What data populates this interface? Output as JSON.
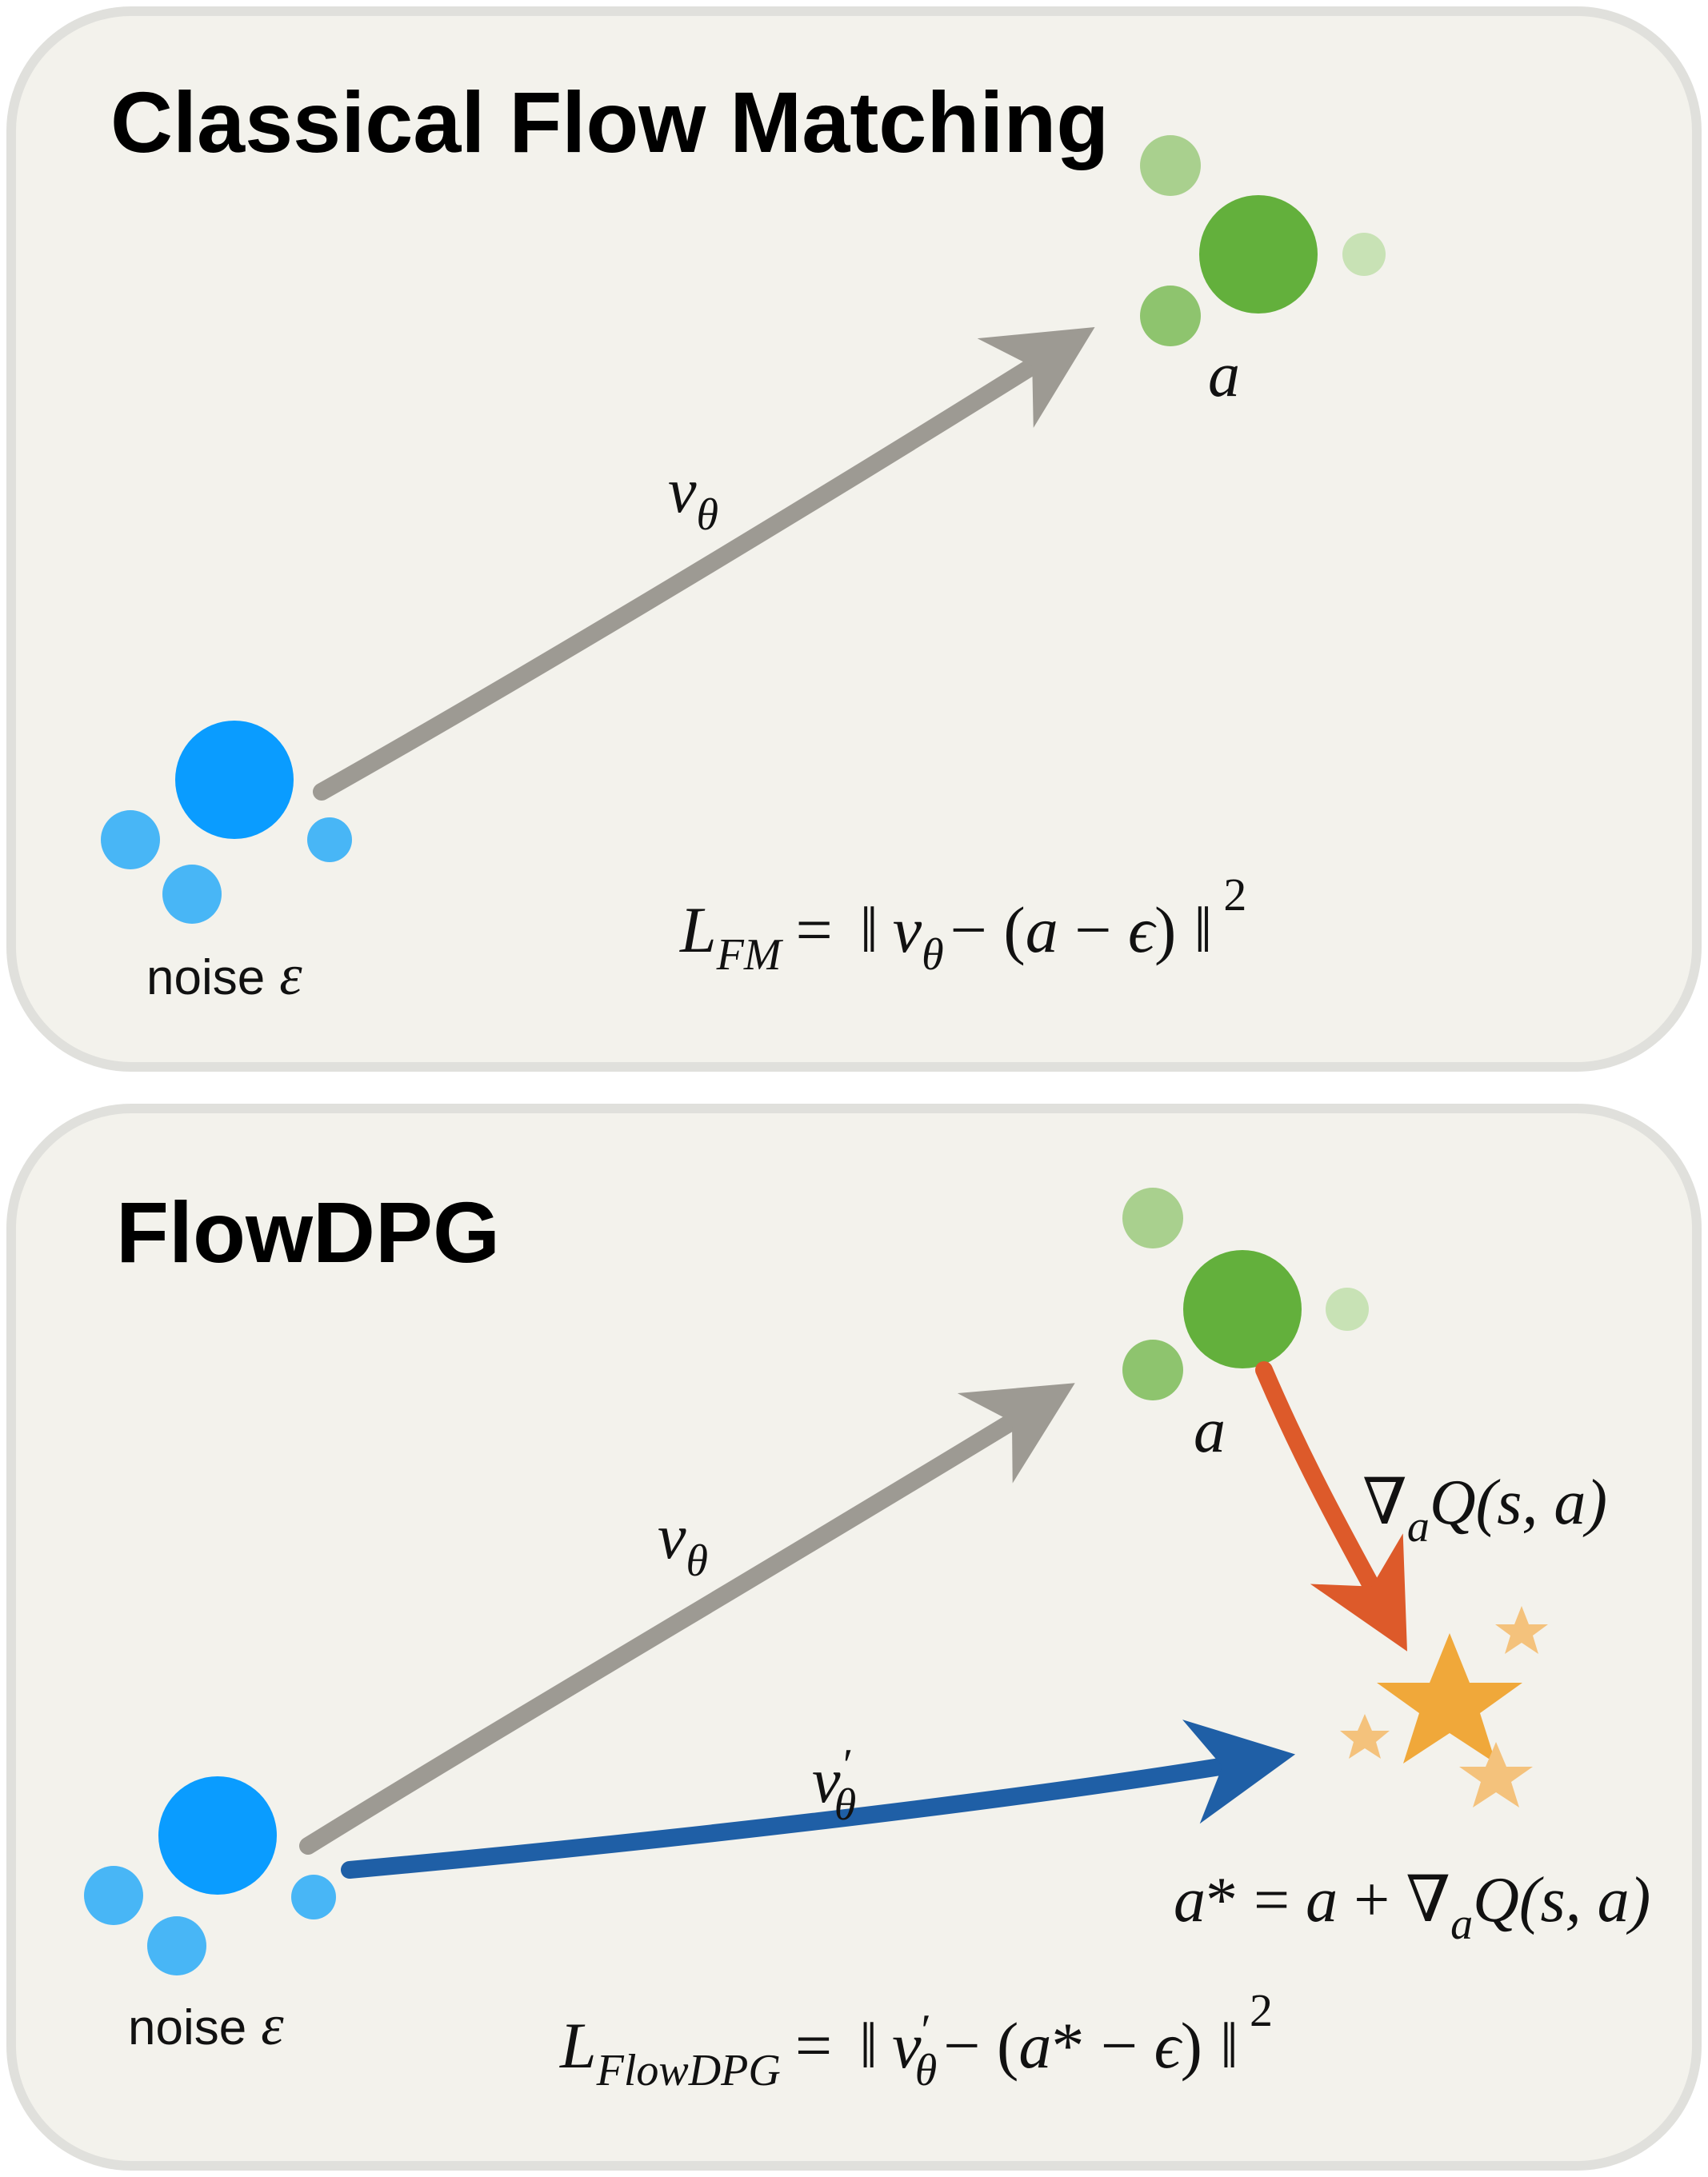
{
  "top_panel": {
    "title": "Classical Flow Matching",
    "noise_label": {
      "word": "noise",
      "symbol": "ε"
    },
    "target_label": "a",
    "flow_label": {
      "v": "v",
      "sub": "θ"
    },
    "loss": {
      "L": "L",
      "sub": "FM",
      "eq": "=",
      "norm_l": "‖",
      "v": "v",
      "vsub": "θ",
      "rest": "− (",
      "a": "a",
      "minus": " − ",
      "eps": "ϵ",
      "close": ")",
      "norm_r": "‖",
      "pow": "2"
    }
  },
  "bottom_panel": {
    "title": "FlowDPG",
    "noise_label": {
      "word": "noise",
      "symbol": "ε"
    },
    "target_label": "a",
    "flow_label": {
      "v": "v",
      "sub": "θ"
    },
    "new_flow_label": {
      "v": "v",
      "prime": "′",
      "sub": "θ"
    },
    "grad_label": {
      "nabla": "∇",
      "sub": "a",
      "Q": "Q",
      "args": "(s, a)"
    },
    "astar_eq": {
      "a": "a",
      "star": "*",
      "eq": " = ",
      "a2": "a",
      "plus": " + ",
      "nabla": "∇",
      "sub": "a",
      "Q": "Q",
      "args": "(s, a)"
    },
    "loss": {
      "L": "L",
      "sub": "FlowDPG",
      "eq": "=",
      "norm_l": "‖",
      "v": "v",
      "prime": "′",
      "vsub": "θ",
      "rest": "− (",
      "a": "a",
      "star": "*",
      "minus": " − ",
      "eps": "ϵ",
      "close": ")",
      "norm_r": "‖",
      "pow": "2"
    }
  },
  "colors": {
    "panel_bg": "#f3f2ec",
    "panel_border": "#e0e0dc",
    "noise_main": "#0a9cff",
    "noise_small": "#48b6f6",
    "target_main": "#63b03c",
    "target_light": "#a9d08e",
    "arrow_gray": "#9d9a93",
    "arrow_blue": "#1f5fa6",
    "arrow_red": "#dd5a2a",
    "star_main": "#f0a83a",
    "star_light": "#f4c27c"
  }
}
